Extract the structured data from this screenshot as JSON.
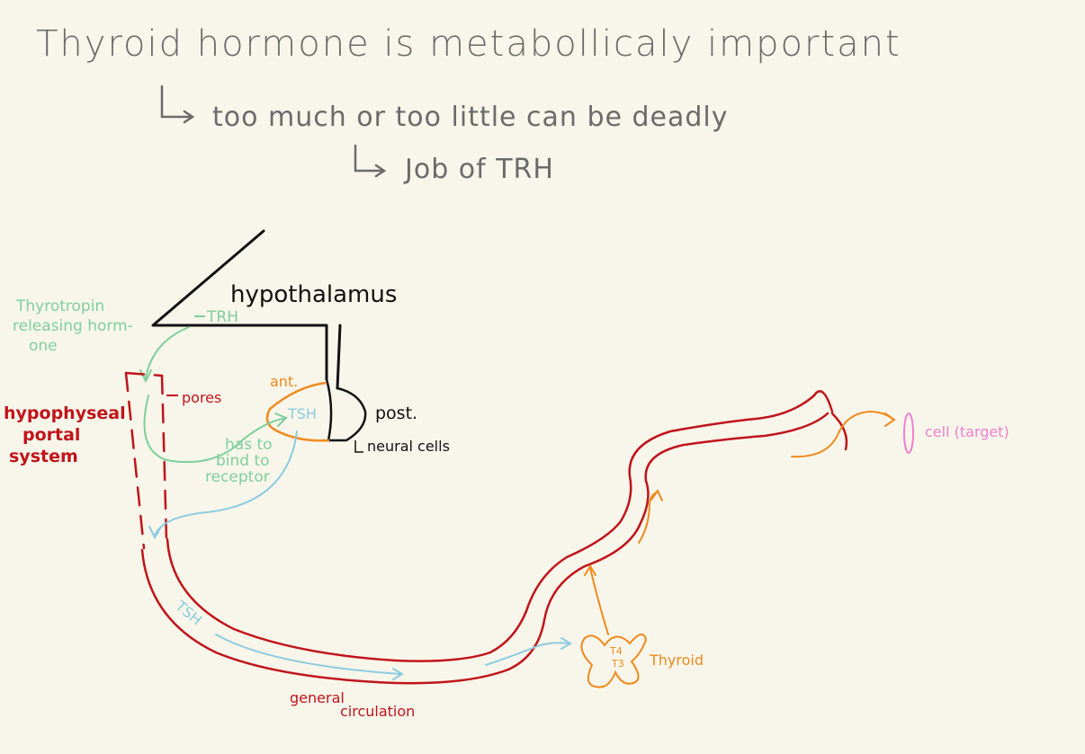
{
  "title": "Thyroid hormone is metabollicaly important",
  "line2": "too much or too little can be deadly",
  "line3": "Job of TRH",
  "labels": {
    "hypothalamus": "hypothalamus",
    "trh_full_1": "Thyrotropin",
    "trh_full_2": "releasing horm-",
    "trh_full_3": "one",
    "trh": "TRH",
    "portal_1": "hypophyseal",
    "portal_2": "portal",
    "portal_3": "system",
    "pores": "pores",
    "ant": "ant.",
    "tsh_gland": "TSH",
    "post": "post.",
    "neural_cells": "neural cells",
    "bind_1": "has to",
    "bind_2": "bind to",
    "bind_3": "receptor",
    "tsh_vessel": "TSH",
    "general": "general",
    "circulation": "circulation",
    "t4": "T4",
    "t3": "T3",
    "thyroid": "Thyroid",
    "cell_target": "cell (target)"
  },
  "colors": {
    "background": "#f8f6ea",
    "gray_text": "#6b6b6b",
    "black": "#111111",
    "green": "#7fcf9c",
    "red": "#c0141b",
    "orange": "#f08a1e",
    "blue": "#8ccbe0",
    "pink": "#ef7fd0"
  }
}
